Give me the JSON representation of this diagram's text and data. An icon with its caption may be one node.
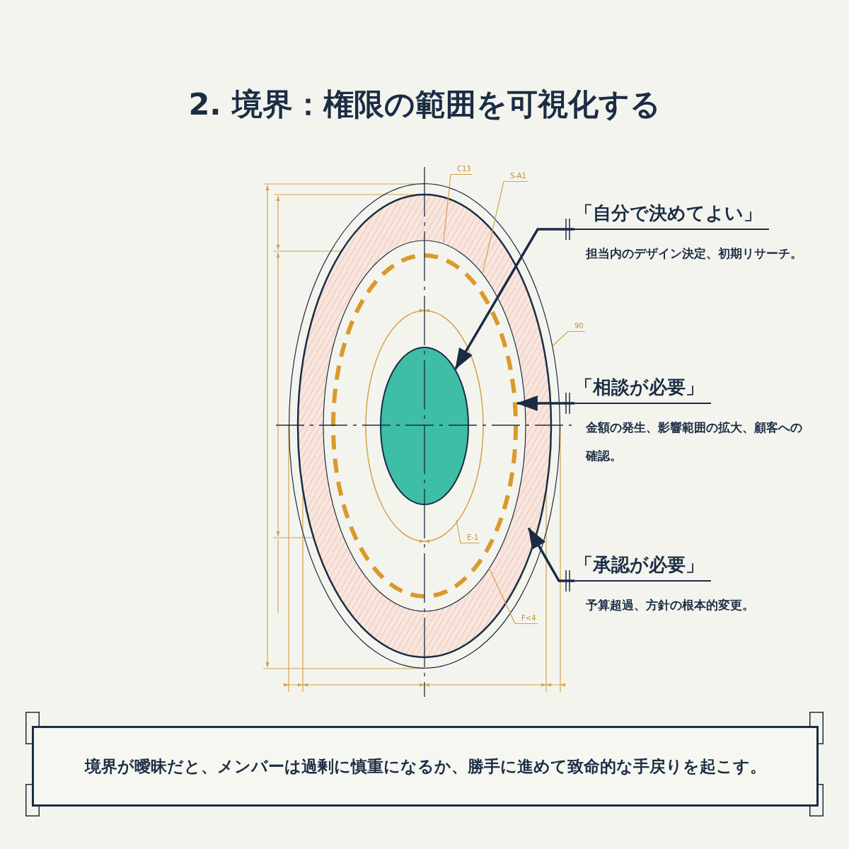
{
  "diagram": {
    "title": "2. 境界：権限の範囲を可視化する",
    "nodes": [
      {
        "text": [],
        "shape": "ring"
      },
      {
        "text": [],
        "shape": "circle",
        "in": 0
      },
      {
        "text": [],
        "shape": "circle",
        "in": 1
      },
      {
        "text": [
          "「自分で決めてよい」",
          "担当内のデザイン決定、初期リサーチ。"
        ]
      },
      {
        "text": [
          "「相談が必要」",
          "金額の発生、影響範囲の拡大、顧客への確認。"
        ]
      },
      {
        "text": [
          "「承認が必要」",
          "予算超過、方針の根本的変更。"
        ]
      },
      {
        "text": [
          "境界が曖昧だと、メンバーは過剰に慎重になるか、勝手に進めて致命的な手戻りを起こす。"
        ]
      },
      {
        "text": [
          "C13"
        ]
      },
      {
        "text": [
          "S-A1"
        ]
      },
      {
        "text": [
          "90"
        ]
      },
      {
        "text": [
          "E-1"
        ],
        "in": 1
      },
      {
        "text": [
          "F<4"
        ]
      }
    ],
    "edges": [
      {
        "from": 3,
        "to": 2,
        "arrow": "to",
        "style": "thick",
        "color": "#1b2d45"
      },
      {
        "from": 4,
        "to": 1,
        "arrow": "to",
        "style": "thick",
        "color": "#1b2d45"
      },
      {
        "from": 5,
        "to": 0,
        "arrow": "to",
        "style": "thick",
        "color": "#1b2d45"
      },
      {
        "from": 7,
        "to": 0,
        "arrow": "none"
      },
      {
        "from": 8,
        "to": 0,
        "arrow": "none"
      },
      {
        "from": 9,
        "to": 0,
        "arrow": "none"
      },
      {
        "from": 10,
        "to": null,
        "arrow": "none"
      },
      {
        "from": 11,
        "to": 0,
        "arrow": "none"
      }
    ]
  }
}
